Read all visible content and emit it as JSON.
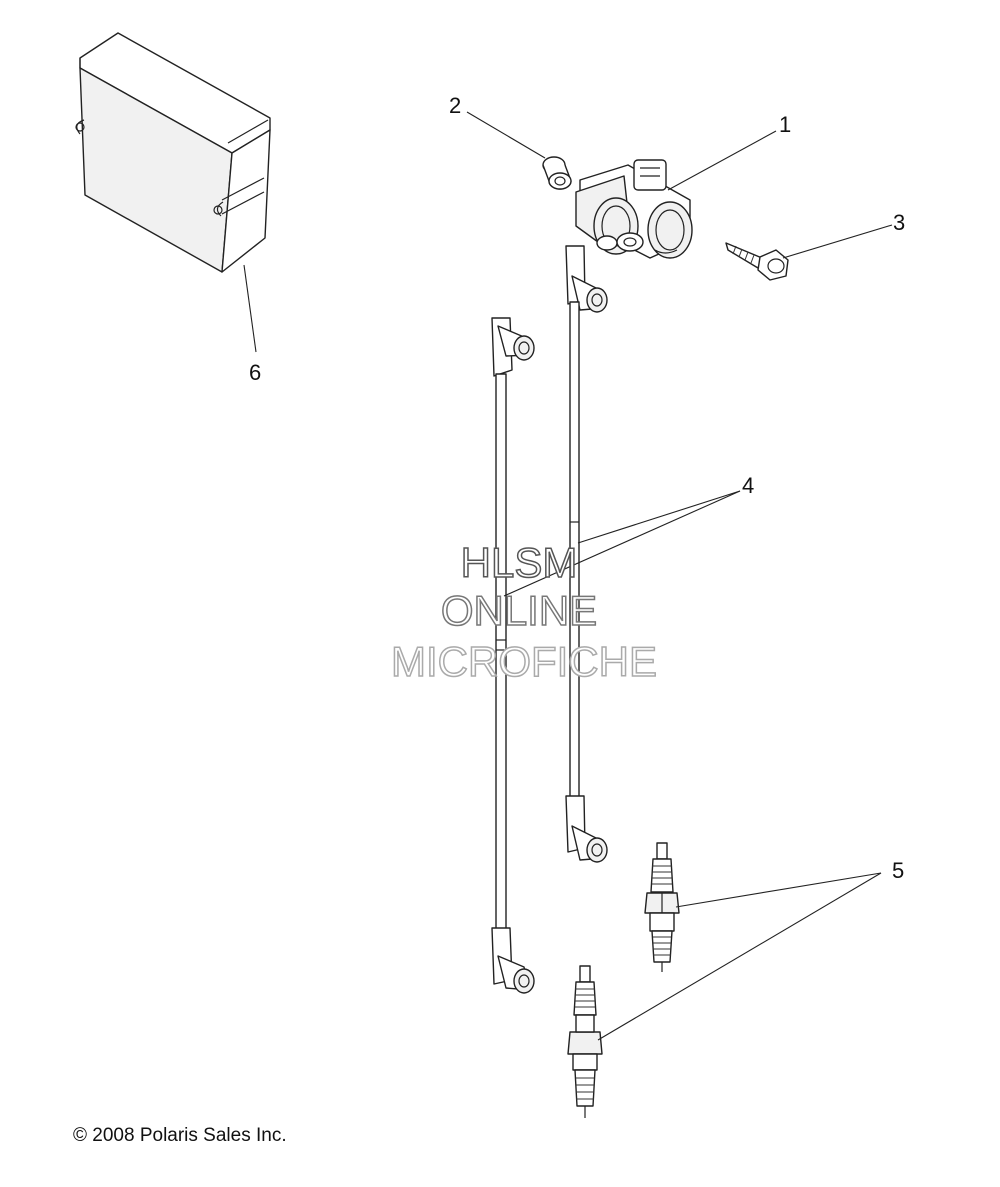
{
  "callouts": {
    "c1": "1",
    "c2": "2",
    "c3": "3",
    "c4": "4",
    "c5": "5",
    "c6": "6"
  },
  "watermark": {
    "line1": "HLSM",
    "line2": "ONLINE",
    "line3": "MICROFICHE"
  },
  "copyright": "© 2008 Polaris Sales Inc.",
  "colors": {
    "line": "#222222",
    "background": "#ffffff",
    "watermark_stroke_dark": "#555555",
    "watermark_stroke_light": "#aaaaaa"
  }
}
